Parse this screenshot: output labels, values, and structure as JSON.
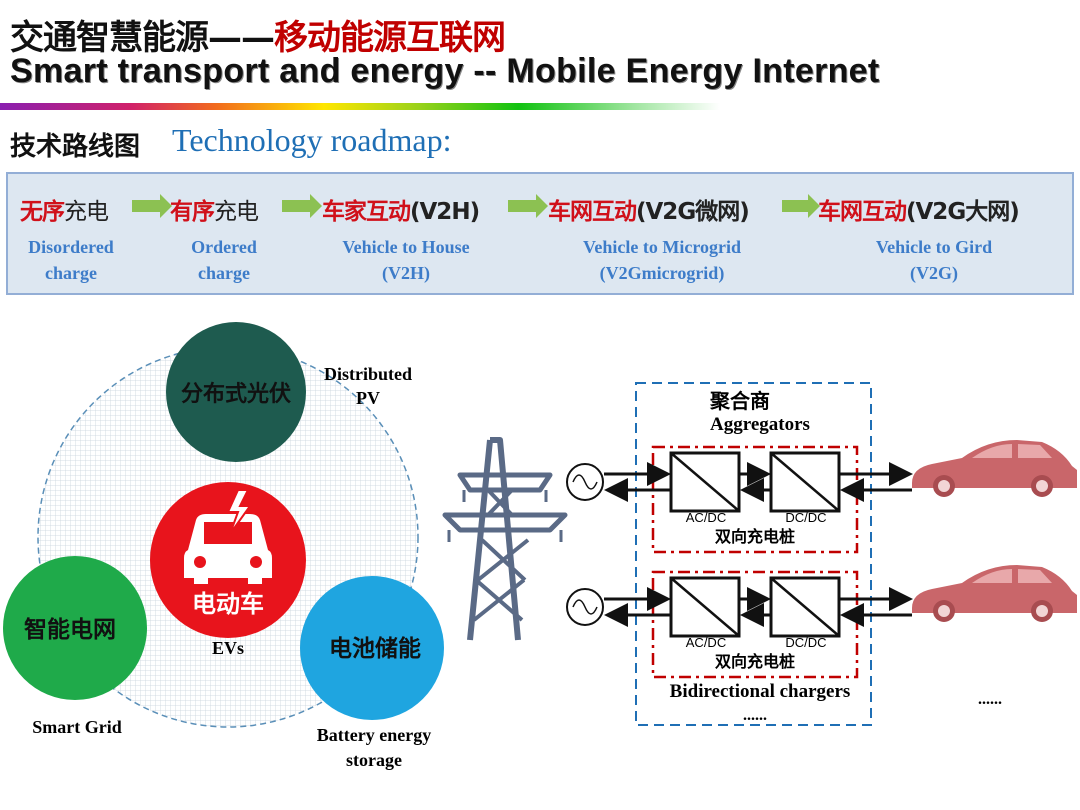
{
  "header": {
    "title_cn_black": "交通智慧能源——",
    "title_cn_red": "移动能源互联网",
    "title_en": "Smart transport and energy -- Mobile Energy Internet"
  },
  "subtitle": {
    "cn": "技术路线图",
    "en": "Technology roadmap:"
  },
  "roadmap": [
    {
      "red": "无序",
      "rest": "充电",
      "desc1": "Disordered",
      "desc2": "charge"
    },
    {
      "red": "有序",
      "rest": "充电",
      "desc1": "Ordered",
      "desc2": "charge"
    },
    {
      "red": "车家互动",
      "rest": "(V2H)",
      "desc1": "Vehicle to House",
      "desc2": "(V2H)"
    },
    {
      "red": "车网互动",
      "rest": "(V2G微网)",
      "desc1": "Vehicle to Microgrid",
      "desc2": "(V2Gmicrogrid)"
    },
    {
      "red": "车网互动",
      "rest": "(V2G大网)",
      "desc1": "Vehicle to Gird",
      "desc2": "(V2G)"
    }
  ],
  "ecosystem": {
    "pv_cn": "分布式光伏",
    "pv_en1": "Distributed",
    "pv_en2": "PV",
    "ev_cn": "电动车",
    "ev_en": "EVs",
    "grid_cn": "智能电网",
    "grid_en": "Smart Grid",
    "battery_cn": "电池储能",
    "battery_en1": "Battery energy",
    "battery_en2": "storage"
  },
  "aggregator": {
    "title_cn": "聚合商",
    "title_en": "Aggregators",
    "acdc": "AC/DC",
    "dcdc": "DC/DC",
    "charger_cn": "双向充电桩",
    "charger_en": "Bidirectional chargers",
    "ellipsis": "......"
  },
  "colors": {
    "red": "#d0101a",
    "blue_text": "#3d7cc9",
    "pv": "#1e5b4f",
    "ev": "#e8141c",
    "grid": "#1faa4a",
    "battery": "#1fa5e0",
    "tower": "#5a6a86",
    "car": "#c9666a"
  }
}
